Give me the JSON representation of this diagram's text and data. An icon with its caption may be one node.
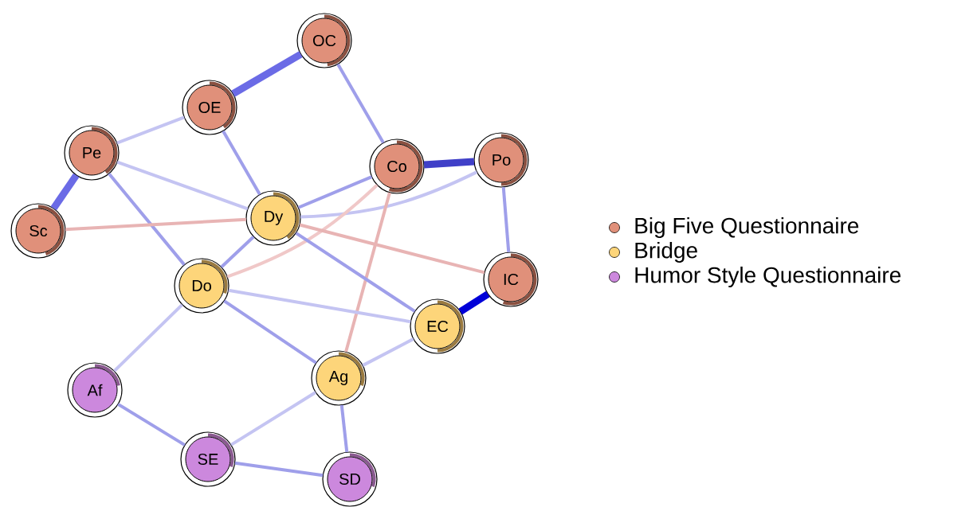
{
  "diagram": {
    "nodes": [
      {
        "text": [
          "OE"
        ]
      },
      {
        "text": [
          "OC"
        ]
      },
      {
        "text": [
          "Pe"
        ]
      },
      {
        "text": [
          "Co"
        ]
      },
      {
        "text": [
          "Po"
        ]
      },
      {
        "text": [
          "Sc"
        ]
      },
      {
        "text": [
          "Dy"
        ]
      },
      {
        "text": [
          "Do"
        ]
      },
      {
        "text": [
          "IC"
        ]
      },
      {
        "text": [
          "EC"
        ]
      },
      {
        "text": [
          "Af"
        ]
      },
      {
        "text": [
          "Ag"
        ]
      },
      {
        "text": [
          "SE"
        ]
      },
      {
        "text": [
          "SD"
        ]
      }
    ],
    "edges": [
      {
        "from": 0,
        "to": 1,
        "arrow": "none",
        "style": "thick",
        "color": "#6b6be6"
      },
      {
        "from": 1,
        "to": 3,
        "arrow": "none"
      },
      {
        "from": 0,
        "to": 2,
        "arrow": "none",
        "color": "#c4c4f2"
      },
      {
        "from": 0,
        "to": 6,
        "arrow": "none"
      },
      {
        "from": 2,
        "to": 5,
        "arrow": "none",
        "style": "thick",
        "color": "#6b6be6"
      },
      {
        "from": 2,
        "to": 6,
        "arrow": "none",
        "color": "#c4c4f2"
      },
      {
        "from": 2,
        "to": 7,
        "arrow": "none"
      },
      {
        "from": 5,
        "to": 6,
        "arrow": "none",
        "color": "#e8b4b4"
      },
      {
        "from": 3,
        "to": 4,
        "arrow": "none",
        "style": "thick",
        "color": "#4040c8"
      },
      {
        "from": 3,
        "to": 6,
        "arrow": "none"
      },
      {
        "from": 4,
        "to": 6,
        "arrow": "none",
        "color": "#c4c4f2"
      },
      {
        "from": 3,
        "to": 7,
        "arrow": "none",
        "color": "#f0c8c8"
      },
      {
        "from": 3,
        "to": 11,
        "arrow": "none",
        "color": "#e8b4b4"
      },
      {
        "from": 6,
        "to": 8,
        "arrow": "none",
        "color": "#e8b4b4"
      },
      {
        "from": 6,
        "to": 9,
        "arrow": "none"
      },
      {
        "from": 6,
        "to": 7,
        "arrow": "none"
      },
      {
        "from": 4,
        "to": 8,
        "arrow": "none"
      },
      {
        "from": 8,
        "to": 9,
        "arrow": "none",
        "style": "thick",
        "color": "#0000d8"
      },
      {
        "from": 7,
        "to": 9,
        "arrow": "none",
        "color": "#c4c4f2"
      },
      {
        "from": 7,
        "to": 11,
        "arrow": "none"
      },
      {
        "from": 7,
        "to": 10,
        "arrow": "none",
        "color": "#c4c4f2"
      },
      {
        "from": 11,
        "to": 9,
        "arrow": "none",
        "color": "#c4c4f2"
      },
      {
        "from": 11,
        "to": 12,
        "arrow": "none",
        "color": "#c4c4f2"
      },
      {
        "from": 11,
        "to": 13,
        "arrow": "none"
      },
      {
        "from": 10,
        "to": 12,
        "arrow": "none"
      },
      {
        "from": 12,
        "to": 13,
        "arrow": "none"
      }
    ],
    "legend": [
      {
        "text": "Big Five Questionnaire",
        "color": "#e0907a"
      },
      {
        "text": "Bridge",
        "color": "#fdd57a"
      },
      {
        "text": "Humor Style Questionnaire",
        "color": "#cc88dd"
      }
    ]
  }
}
